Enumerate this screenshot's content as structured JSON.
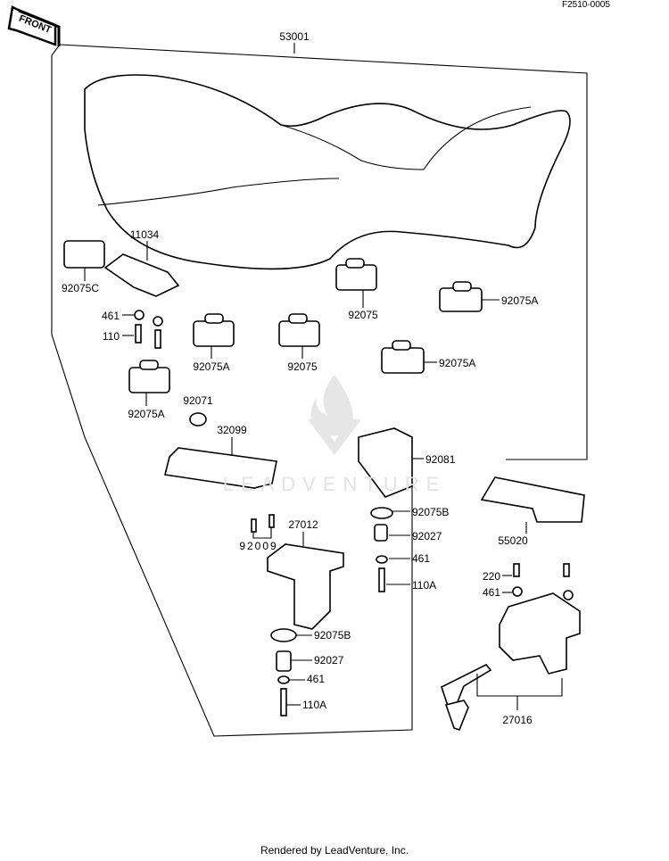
{
  "diagram_code": "F2510-0005",
  "front_label": "FRONT",
  "watermark": "LEADVENTURE",
  "footer": "Rendered by LeadVenture, Inc.",
  "callouts": {
    "seat": "53001",
    "c11034": "11034",
    "c92075C": "92075C",
    "c461a": "461",
    "c110": "110",
    "c92075a": "92075",
    "c92075Aa": "92075A",
    "c92075Ab": "92075A",
    "c92075b": "92075",
    "c92075Ac": "92075A",
    "c92075Ad": "92075A",
    "c92071": "92071",
    "c32099": "32099",
    "c92081": "92081",
    "c92075Ba": "92075B",
    "c92027a": "92027",
    "c461b": "461",
    "c110Aa": "110A",
    "c27012": "27012",
    "c92009": "92009",
    "c55020": "55020",
    "c220": "220",
    "c461c": "461",
    "c92075Bb": "92075B",
    "c92027b": "92027",
    "c461d": "461",
    "c110Ab": "110A",
    "c27016": "27016"
  }
}
